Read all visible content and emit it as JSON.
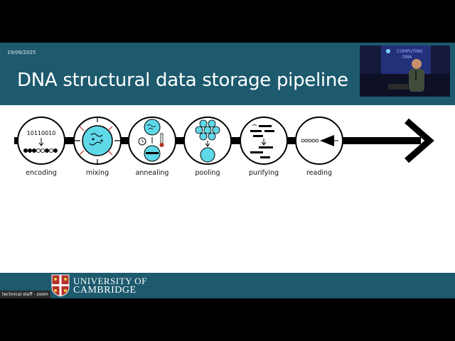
{
  "slide": {
    "date": "19/06/2025",
    "title": "DNA structural data storage pipeline",
    "stages": [
      {
        "label": "encoding",
        "bits": "10110010"
      },
      {
        "label": "mixing"
      },
      {
        "label": "annealing"
      },
      {
        "label": "pooling"
      },
      {
        "label": "purifying"
      },
      {
        "label": "reading"
      }
    ],
    "footer": {
      "line1": "UNIVERSITY OF",
      "line2": "CAMBRIDGE"
    }
  },
  "video": {
    "speaker_label": "technical staff - zoom"
  },
  "colors": {
    "header": "#1d5a6e",
    "cyan": "#5fd8e8",
    "crest_red": "#b5302a"
  }
}
